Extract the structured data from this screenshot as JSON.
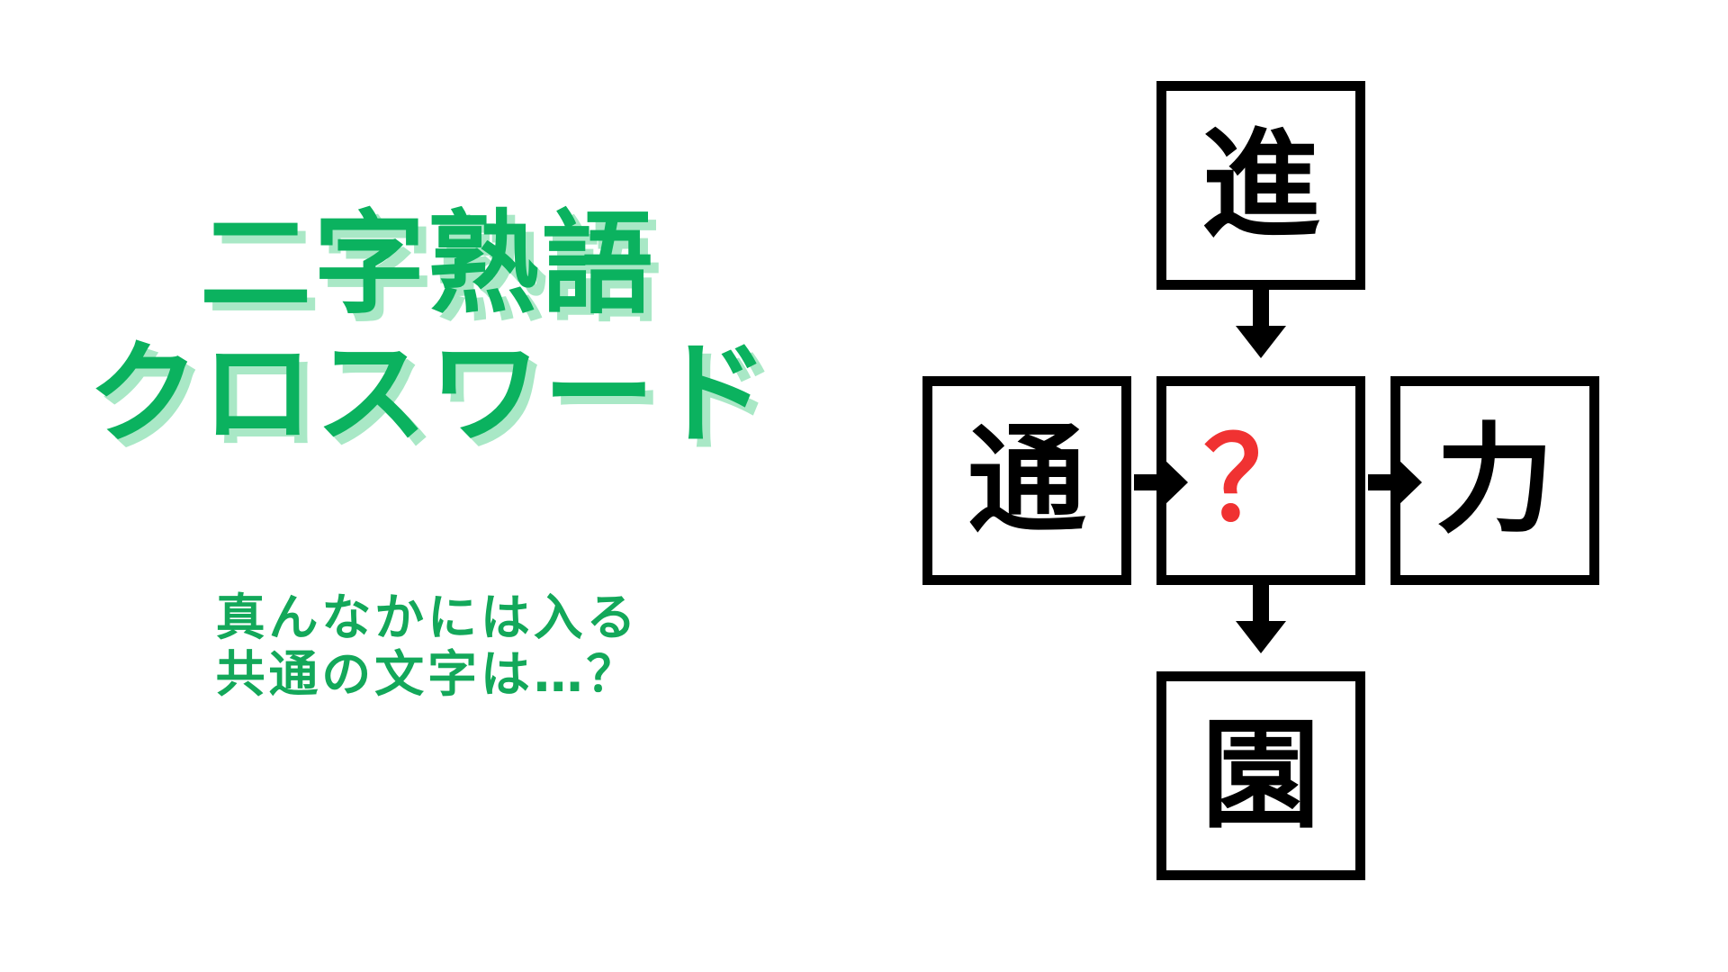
{
  "page": {
    "background_color": "#ffffff",
    "title_color": "#0bb25f",
    "title_shadow_color": "#a9e8c6",
    "subtitle_color": "#13a85a",
    "box_border_color": "#000000",
    "arrow_color": "#000000",
    "unknown_char_color": "#f03232"
  },
  "title": {
    "line1": "二字熟語",
    "line2": "クロスワード"
  },
  "subtitle": {
    "line1": "真んなかには入る",
    "line2": "共通の文字は…？"
  },
  "puzzle": {
    "cells": {
      "top": "進",
      "left": "通",
      "center": "？",
      "right": "力",
      "bottom": "園"
    },
    "arrows": [
      {
        "name": "top-to-center",
        "direction": "down"
      },
      {
        "name": "left-to-center",
        "direction": "right"
      },
      {
        "name": "center-to-right",
        "direction": "right"
      },
      {
        "name": "center-to-bottom",
        "direction": "down"
      }
    ]
  }
}
